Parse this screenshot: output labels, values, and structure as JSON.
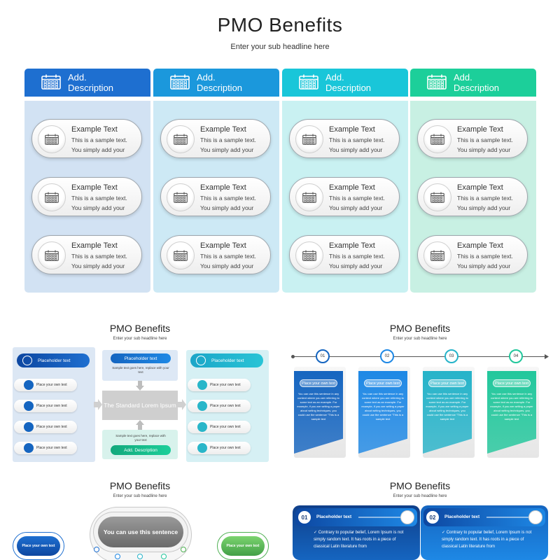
{
  "main": {
    "title": "PMO Benefits",
    "subtitle": "Enter your sub headline here",
    "columns": [
      {
        "header_line1": "Add.",
        "header_line2": "Description",
        "head_color": "#1e6fd0",
        "body_color": "#d2e2f3",
        "items": [
          {
            "title": "Example Text",
            "line1": "This is a sample text.",
            "line2": "You simply add your"
          },
          {
            "title": "Example Text",
            "line1": "This is a sample text.",
            "line2": "You simply add your"
          },
          {
            "title": "Example Text",
            "line1": "This is a sample text.",
            "line2": "You simply add your"
          }
        ]
      },
      {
        "header_line1": "Add.",
        "header_line2": "Description",
        "head_color": "#1b98dc",
        "body_color": "#cde9f5",
        "items": [
          {
            "title": "Example Text",
            "line1": "This is a sample text.",
            "line2": "You simply add your"
          },
          {
            "title": "Example Text",
            "line1": "This is a sample text.",
            "line2": "You simply add your"
          },
          {
            "title": "Example Text",
            "line1": "This is a sample text.",
            "line2": "You simply add your"
          }
        ]
      },
      {
        "header_line1": "Add.",
        "header_line2": "Description",
        "head_color": "#19c6d9",
        "body_color": "#c9f1f2",
        "items": [
          {
            "title": "Example Text",
            "line1": "This is a sample text.",
            "line2": "You simply add your"
          },
          {
            "title": "Example Text",
            "line1": "This is a sample text.",
            "line2": "You simply add your"
          },
          {
            "title": "Example Text",
            "line1": "This is a sample text.",
            "line2": "You simply add your"
          }
        ]
      },
      {
        "header_line1": "Add.",
        "header_line2": "Description",
        "head_color": "#1ccf9a",
        "body_color": "#c8f0e3",
        "items": [
          {
            "title": "Example Text",
            "line1": "This is a sample text.",
            "line2": "You simply add your"
          },
          {
            "title": "Example Text",
            "line1": "This is a sample text.",
            "line2": "You simply add your"
          },
          {
            "title": "Example Text",
            "line1": "This is a sample text.",
            "line2": "You simply add your"
          }
        ]
      }
    ],
    "icon": "calendar-icon"
  },
  "thumb1": {
    "title": "PMO Benefits",
    "subtitle": "Enter your sub headline here",
    "left_header": "Placeholder text",
    "right_header": "Placeholder text",
    "top_button": "Placeholder text",
    "top_text": "Sample text goes here, replace with your text",
    "center": "The Standard Lorem Ipsum",
    "bottom_text": "Sample text goes here, replace with your text",
    "bottom_button": "Add. Description",
    "left_items": [
      "Place your own text",
      "Place your own text",
      "Place your own text",
      "Place your own text"
    ],
    "right_items": [
      "Place your own text",
      "Place your own text",
      "Place your own text",
      "Place your own text"
    ]
  },
  "thumb2": {
    "title": "PMO Benefits",
    "subtitle": "Enter your sub headline here",
    "steps": [
      {
        "num": "01",
        "button": "Place your own text",
        "text": "You can use this sentence in any context where you are referring to some text as an example. For example, if you are writing a paper about writing techniques, you could use the sentence \"This is a sample text",
        "color": "#1565c0"
      },
      {
        "num": "02",
        "button": "Place your own text",
        "text": "You can use this sentence in any context where you are referring to some text as an example. For example, if you are writing a paper about writing techniques, you could use the sentence \"This is a sample text",
        "color": "#1e88e5"
      },
      {
        "num": "03",
        "button": "Place your own text",
        "text": "You can use this sentence in any context where you are referring to some text as an example. For example, if you are writing a paper about writing techniques, you could use the sentence \"This is a sample text",
        "color": "#26b3c9"
      },
      {
        "num": "04",
        "button": "Place your own text",
        "text": "You can use this sentence in any context where you are referring to some text as an example. For example, if you are writing a paper about writing techniques, you could use the sentence \"This is a sample text",
        "color": "#22c79c"
      }
    ]
  },
  "thumb3": {
    "title": "PMO Benefits",
    "subtitle": "Enter your sub headline here",
    "center": "You can use this sentence",
    "left_pill": "Place your own text",
    "right_pill": "Place your own text"
  },
  "thumb4": {
    "title": "PMO Benefits",
    "subtitle": "Enter your sub headline here",
    "cards": [
      {
        "num": "01",
        "label": "Placeholder text",
        "text": "✓ Contrary to popular belief, Lorem Ipsum is not simply random text. It has roots in a piece of classical Latin literature from"
      },
      {
        "num": "02",
        "label": "Placeholder text",
        "text": "✓ Contrary to popular belief, Lorem Ipsum is not simply random text. It has roots in a piece of classical Latin literature from"
      }
    ]
  }
}
